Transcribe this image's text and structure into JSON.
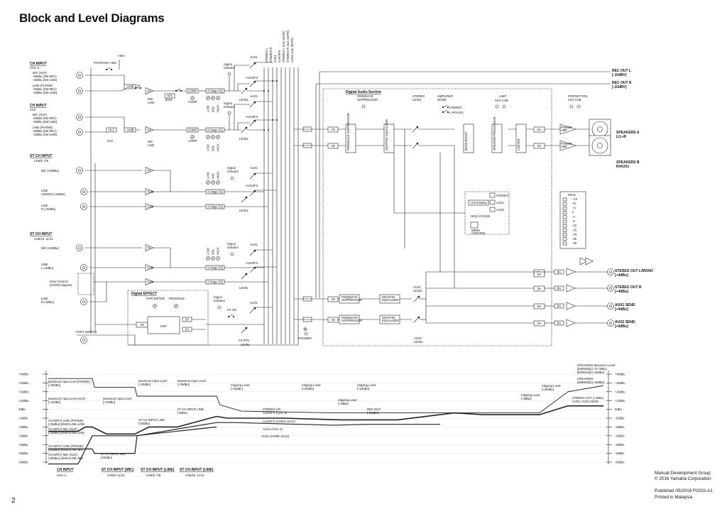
{
  "page": {
    "title": "Block and Level Diagrams",
    "page_number": "2",
    "footer": [
      "Manual Development Group",
      "© 2016 Yamaha Corporation",
      "",
      "Published 05/2016 POSG-A1",
      "Printed in Malaysia"
    ]
  },
  "bus_labels": [
    "STEREO L",
    "STEREO R",
    "AUX1",
    "AUX2/FX",
    "STEREO L (non MUTE)",
    "STEREO R (non MUTE)",
    "AUX1 (non MUTE)"
  ],
  "inputs": {
    "ch1": {
      "heading": "CH INPUT",
      "range": "CH1–3",
      "mic": [
        "MIC (XLR)",
        "-60dBu [SW MIC]–",
        "-30dBu [SW LINE]"
      ],
      "line": [
        "LINE (PHONE)",
        "-50dBu [SW MIC]–",
        "-20dBu [SW LINE]"
      ],
      "phantom": "PHANTOM +48V",
      "phantom_v": "+48V",
      "pad": "-10dB",
      "hpf": "HPF",
      "hpf_freq": "80Hz",
      "ha_sw": [
        "MIC",
        "LINE"
      ]
    },
    "ch4": {
      "heading": "CH INPUT",
      "range": "CH4",
      "mic": [
        "MIC (XLR)",
        "-60dBu [SW MIC]–",
        "-30dBu [SW LINE]"
      ],
      "line": [
        "LINE (PHONE)",
        "-50dBu [SW MIC]–",
        "-20dBu [SW LINE]"
      ],
      "hiz": "Hi-Z",
      "pad": "-10dB"
    },
    "st1": {
      "heading": "ST CH INPUT",
      "range": "CH5/6, 7/8",
      "mic": "MIC [-60dBu]",
      "line_l": [
        "LINE",
        "L/MONO [-20dBu]"
      ],
      "line_r": [
        "LINE",
        "R [-20dBu]"
      ]
    },
    "st2": {
      "heading": "ST CH INPUT",
      "range": "CH9/10, 11/12",
      "mic": "MIC [-60dBu]",
      "line_l": [
        "LINE",
        "L [-8dBu]"
      ],
      "only": [
        "Only CH11/12",
        "(CH9/10 bypass)"
      ],
      "line_r": [
        "LINE",
        "R [-8dBu]"
      ]
    },
    "foot_switch": "FOOT SWITCH"
  },
  "strip": {
    "ha": "HA",
    "comp": "COMP",
    "eq": "3-Stage EQ",
    "eq_bands": [
      "LOW",
      "MID",
      "HIGH"
    ],
    "signal": [
      "Signal",
      "Indicator"
    ],
    "level": "LEVEL",
    "aux1": "AUX1",
    "aux2fx": "AUX2/FX",
    "sum": "SUM"
  },
  "digital_effect": {
    "title": "Digital EFFECT",
    "parameter": "PARAMETER",
    "program": "PROGRAM",
    "ad": "AD",
    "in": "IN",
    "dsp": "DSP",
    "da": "DA",
    "signal": [
      "Signal",
      "Indicator"
    ],
    "fx_on": "FX ON",
    "fx_rtn": "FX RTN",
    "fx_level": "LEVEL"
  },
  "das": {
    "title": "Digital Audio Section",
    "feedback_suppressor": [
      "FEEDBACK",
      "SUPPRESSOR"
    ],
    "stereo_level": [
      "STEREO",
      "LEVEL"
    ],
    "amp_mode": [
      "AMPLIFIER",
      "MODE"
    ],
    "amp_opts": [
      "STEREO",
      "L+R/AUX1"
    ],
    "limit": "LIMIT",
    "limit_ch": "CHA  CHB",
    "protection": [
      "PROTECTION",
      "CHA  CHB"
    ],
    "blocks": [
      "FEEDBACK SUPPRESSOR",
      "GRAPHIC EQUALIZER",
      "BASS BOOST",
      "SPEAKER PROCESSOR",
      "LIMITER"
    ],
    "ad": "AD",
    "da": "DA",
    "power_amp": [
      "POWER",
      "AMP"
    ],
    "lcd": "LCD Display",
    "lcd_opts": [
      "STEREO",
      "AUX1",
      "AUX2"
    ],
    "geq_access": "GEQ ACCESS",
    "menu": [
      "MENU",
      "CONTROL"
    ],
    "aux1_level": [
      "AUX1",
      "LEVEL"
    ],
    "aux2_level": [
      "AUX2",
      "LEVEL"
    ],
    "fs_small": [
      "FEEDBACK",
      "SUPPRESSOR"
    ],
    "geq_small": [
      "GRAPHIC",
      "EQUALIZER"
    ],
    "standby": "STANDBY",
    "ba": "BA"
  },
  "outputs": {
    "rec_l": [
      "REC OUT L",
      "[-10dBV]"
    ],
    "rec_r": [
      "REC OUT R",
      "[-10dBV]"
    ],
    "spk_a": [
      "SPEAKERS A",
      "L/L+R"
    ],
    "spk_b": [
      "SPEAKERS B",
      "R/AUX1"
    ],
    "st_out_l": [
      "STEREO OUT L/MONO",
      "[+4dBu]"
    ],
    "st_out_r": [
      "STEREO OUT R",
      "[+4dBu]"
    ],
    "aux1_send": [
      "AUX1 SEND",
      "[+4dBu]"
    ],
    "aux2_send": [
      "AUX2 SEND",
      "[+4dBu]"
    ]
  },
  "meter": {
    "label": "PEAK",
    "scale": [
      "+10",
      "+6",
      "+3",
      "0",
      "-3",
      "-6",
      "-10",
      "-15",
      "-20",
      "-25",
      "-30"
    ]
  },
  "level_diagram": {
    "scale": [
      "+40dBu",
      "+30dBu",
      "+20dBu",
      "+10dBu",
      "0dBu",
      "-10dBu",
      "-20dBu",
      "-30dBu",
      "-40dBu",
      "-50dBu",
      "-60dBu"
    ],
    "annotations": {
      "max_phone": [
        "Maximum Input Level (PHONE):",
        "[+35dBu]"
      ],
      "max_line1": [
        "Maximum Input Level:",
        "[+25dBu]"
      ],
      "max_line2": [
        "Maximum Input Level:",
        "[+25dBu]"
      ],
      "clip1": [
        "Clipping Level:",
        "[+25dBu]"
      ],
      "clip2": [
        "Clipping Level:",
        "[+20dBu]"
      ],
      "clip3": [
        "Clipping Level:",
        "[+18dBV]"
      ],
      "max_xlr": [
        "Maximum Input Level (XLR):",
        "[+15dBu]"
      ],
      "max_line3": [
        "Maximum Input Level:",
        "[+10dBu]"
      ],
      "clip4": [
        "Clipping Level:",
        "[+3dBu]"
      ],
      "clip5": [
        "Clipping Level:",
        "[+8dBu]"
      ],
      "clip6": [
        "Clipping Level:",
        "[+20dBu]"
      ],
      "st_line_hi": [
        "ST CH INPUT LINE:",
        "[-8dBu]"
      ],
      "st_line_mid": [
        "ST CH INPUT LINE:",
        "[-20dBu]"
      ],
      "stereo_lr": [
        "STEREO L/R",
        "AUX2/FX (CH1–4)"
      ],
      "rec_out": [
        "REC OUT:",
        "[-10dBV]"
      ],
      "aux2fx_b": "AUX2/FX (CH5/6–11/12)",
      "aux1_a": "AUX1 (CH1–4)",
      "aux1_b": "AUX1 (CH5/6–11/12)",
      "ch_line_phone": [
        "CH INPUT LINE (PHONE):",
        "[-20dBu] @MIC/LINE=LINE"
      ],
      "ch_mic_xlr": [
        "CH INPUT MIC (XLR):",
        "[-30dBu] @MIC/LINE=LINE"
      ],
      "ch_line_phone2": [
        "CH INPUT LINE (PHONE):",
        "[-50dBu] @MIC/LINE=MIC"
      ],
      "ch_mic_xlr2": [
        "CH INPUT MIC (XLR):",
        "[-60dBu] @MIC/LINE=MIC"
      ],
      "st_mic": [
        "ST CH INPUT MIC:",
        "[-60dBu]"
      ],
      "spk_max": [
        "SPEAKERS Maximum Level:",
        "[400W/8Ω] (+37.3dBu)",
        "[600W/4Ω] (+36dBu)"
      ],
      "spk": [
        "SPEAKERS",
        "[150W/8Ω] (+30dBu)"
      ],
      "st_out": [
        "STEREO OUT: [+4dBu]",
        "AUX1, AUX2 SEND"
      ]
    },
    "columns": [
      {
        "name": "CH INPUT",
        "sub": "CH1–4"
      },
      {
        "name": "ST CH INPUT (MIC)",
        "sub": "CH5/6–11/12"
      },
      {
        "name": "ST CH INPUT (LINE)",
        "sub": "CH5/6, 7/8"
      },
      {
        "name": "ST CH INPUT (LINE)",
        "sub": "CH9/10, 11/12"
      }
    ]
  }
}
